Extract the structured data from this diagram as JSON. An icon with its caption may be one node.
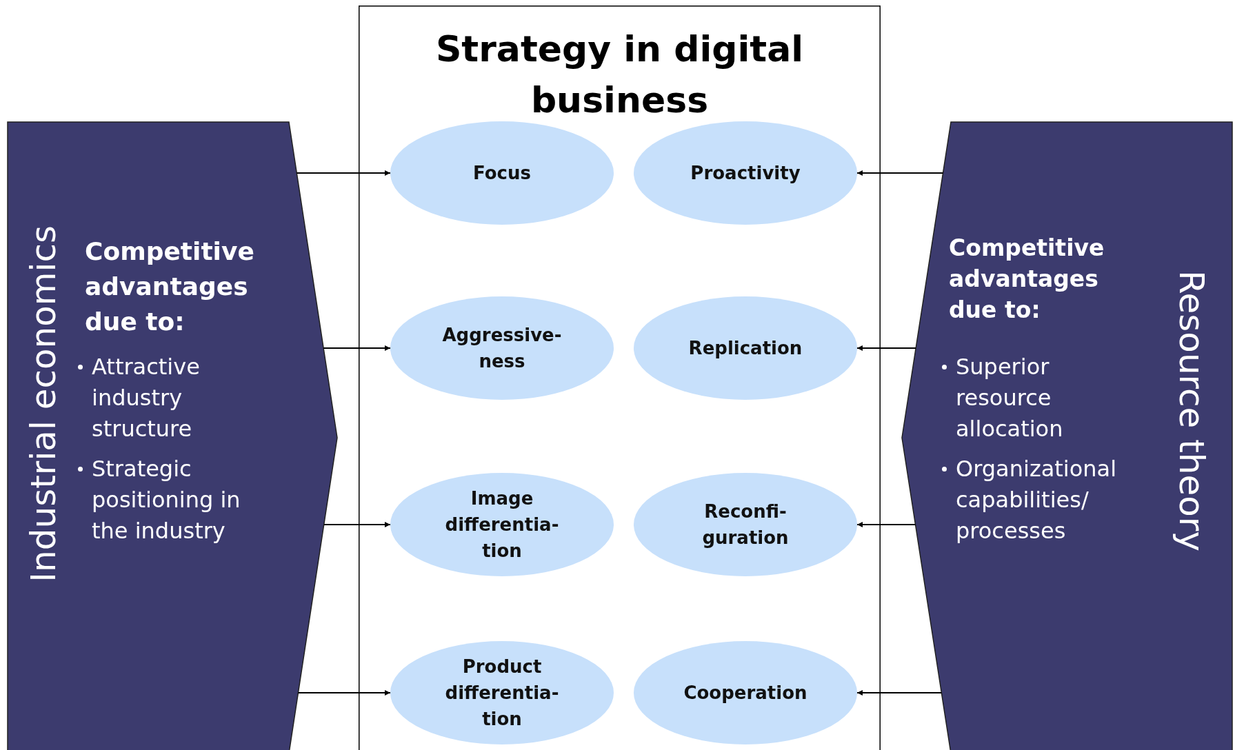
{
  "diagram": {
    "nodes": [
      {
        "text": [
          "Strategy in digital business"
        ]
      },
      {
        "text": [
          "Industrial economics",
          "Competitive advantages due to:",
          "Attractive industry structure",
          "Strategic positioning in the industry"
        ]
      },
      {
        "text": [
          "Resource theory",
          "Competitive advantages due to:",
          "Superior resource allocation",
          "Organizational capabilities/ processes"
        ]
      },
      {
        "text": [
          "Focus"
        ],
        "in": 0
      },
      {
        "text": [
          "Proactivity"
        ],
        "in": 0
      },
      {
        "text": [
          "Aggressive- ness"
        ],
        "in": 0
      },
      {
        "text": [
          "Replication"
        ],
        "in": 0
      },
      {
        "text": [
          "Image differentia- tion"
        ],
        "in": 0
      },
      {
        "text": [
          "Reconfi- guration"
        ],
        "in": 0
      },
      {
        "text": [
          "Product differentia- tion"
        ],
        "in": 0
      },
      {
        "text": [
          "Cooperation"
        ],
        "in": 0
      }
    ],
    "edges": [
      {
        "from": 1,
        "to": 3,
        "arrow": "to"
      },
      {
        "from": 1,
        "to": 5,
        "arrow": "to"
      },
      {
        "from": 1,
        "to": 7,
        "arrow": "to"
      },
      {
        "from": 1,
        "to": 9,
        "arrow": "to"
      },
      {
        "from": 2,
        "to": 4,
        "arrow": "to"
      },
      {
        "from": 2,
        "to": 6,
        "arrow": "to"
      },
      {
        "from": 2,
        "to": 8,
        "arrow": "to"
      },
      {
        "from": 2,
        "to": 10,
        "arrow": "to"
      }
    ]
  }
}
